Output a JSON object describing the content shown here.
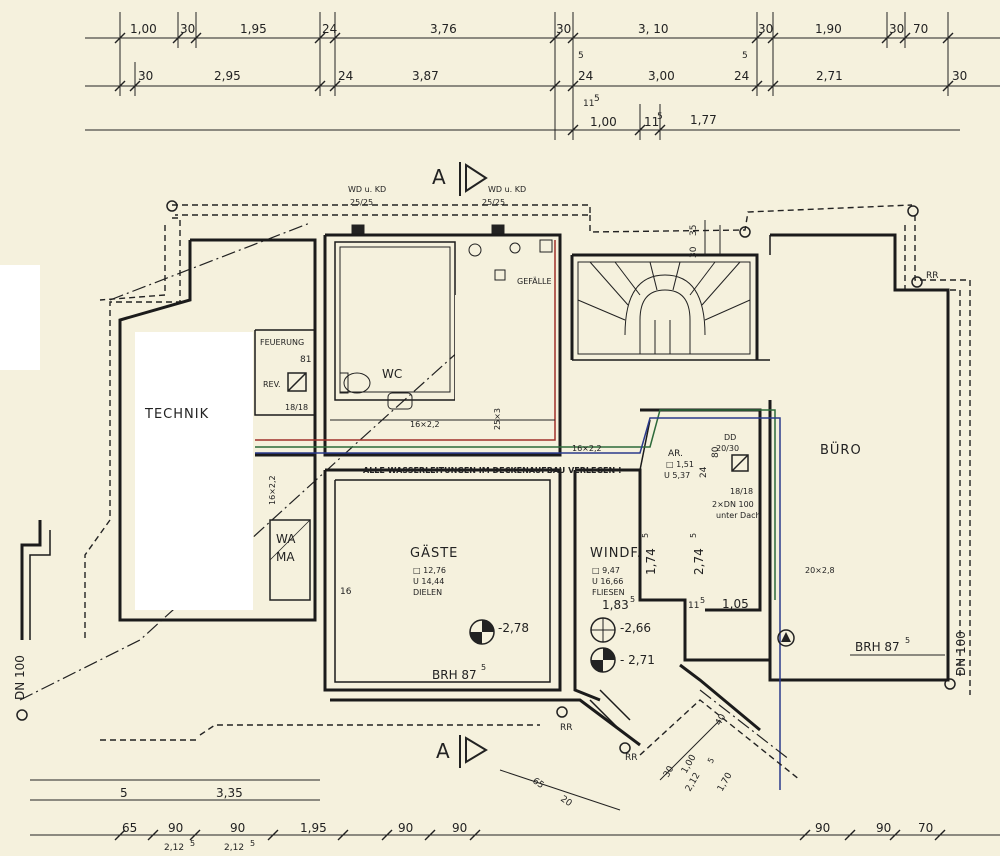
{
  "dimensions": {
    "row1": [
      "1,00",
      "30",
      "1,95",
      "24",
      "3,76",
      "30",
      "3, 10",
      "30",
      "1,90",
      "30",
      "70"
    ],
    "row2": [
      "30",
      "2,95",
      "24",
      "3,87",
      "24",
      "3,00",
      "24",
      "2,71",
      "30"
    ],
    "row2_small": [
      "5",
      "5"
    ],
    "row3": [
      "1,00",
      "11",
      "5",
      "1,77"
    ],
    "row3_small": "11",
    "stair_dims": [
      "30",
      "35"
    ],
    "bottom": [
      "65",
      "90",
      "90",
      "1,95",
      "90",
      "90",
      "90",
      "90",
      "70"
    ],
    "bottom_super": [
      "2,12",
      "5",
      "2,12",
      "5"
    ],
    "bottom_misc": [
      "3,35",
      "5"
    ],
    "diagonal": [
      "65",
      "20",
      "30",
      "1,00",
      "2,12",
      "5",
      "1,70",
      "40"
    ]
  },
  "section_marks": {
    "top": "A",
    "bottom": "A"
  },
  "labels": {
    "wd_kd_1": "WD u. KD",
    "wd_kd_1_size": "25/25",
    "wd_kd_2": "WD u. KD",
    "wd_kd_2_size": "25/25",
    "gefaelle": "GEFÄLLE",
    "feuerung": "FEUERUNG",
    "feuerung_num": "81",
    "rev": "REV.",
    "rev_size": "18/18",
    "wc": "WC",
    "pipe_1": "16×2,2",
    "pipe_2": "25×3",
    "pipe_3": "16×2,2",
    "pipe_4": "16×2,2",
    "pipe_5": "20×2,8",
    "water_note": "ALLE WASSERLEITUNGEN IM DECKENAUFBAU VERLEGEN !",
    "technik": "TECHNIK",
    "wa": "WA",
    "ma": "MA",
    "gaeste": "GÄSTE",
    "gaeste_area": "□ 12,76",
    "gaeste_u": "U 14,44",
    "gaeste_floor": "DIELEN",
    "gaeste_num": "16",
    "gaeste_level": "-2,78",
    "gaeste_brh": "BRH 87",
    "gaeste_brh_sup": "5",
    "windf": "WINDF.",
    "windf_area": "□ 9,47",
    "windf_u": "U 16,66",
    "windf_floor": "FLIESEN",
    "windf_dim": "1,83",
    "windf_dim_sup": "5",
    "windf_level1": "-2,66",
    "windf_level2": "- 2,71",
    "dim_174": "1,74",
    "dim_174_sup": "5",
    "dim_274": "2,74",
    "dim_274_sup": "5",
    "dim_11": "11",
    "dim_11_sup": "5",
    "dim_105": "1,05",
    "ar": "AR.",
    "ar_area": "□ 1,51",
    "ar_u": "U 5,37",
    "ar_dim1": "24",
    "ar_dim2": "80",
    "dd": "DD",
    "dd_size": "20/30",
    "duct_size": "18/18",
    "duct_pipe": "2×DN 100",
    "duct_note": "unter Dach",
    "buero": "BÜRO",
    "buero_brh": "BRH 87",
    "buero_brh_sup": "5",
    "rr_1": "RR",
    "rr_2": "RR",
    "rr_3": "RR",
    "dn_left": "DN 100",
    "dn_right": "DN 100"
  }
}
